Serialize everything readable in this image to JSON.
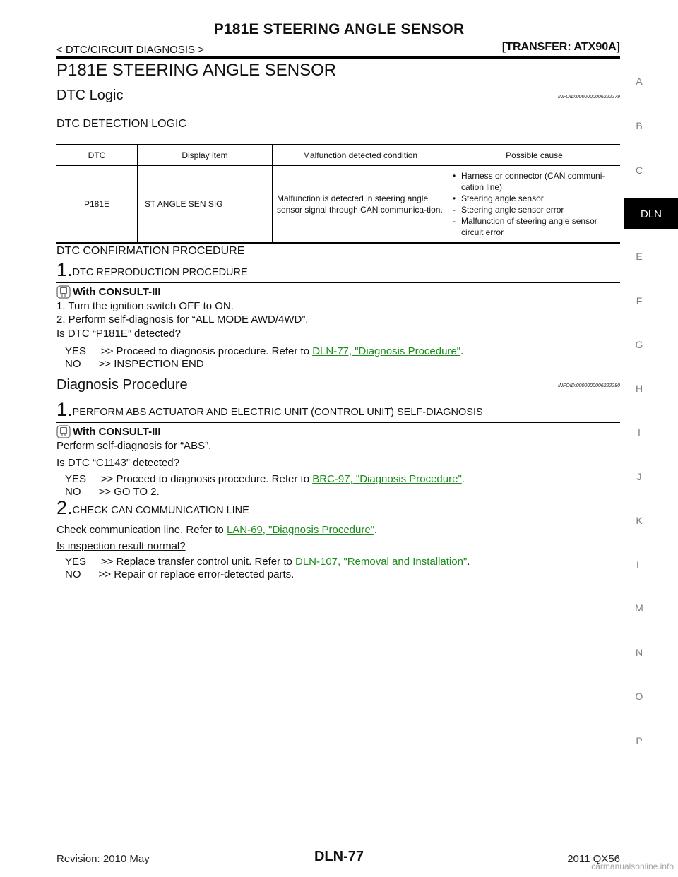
{
  "header": {
    "title": "P181E STEERING ANGLE SENSOR",
    "breadcrumb": "< DTC/CIRCUIT DIAGNOSIS >",
    "section": "[TRANSFER: ATX90A]"
  },
  "page_title": "P181E STEERING ANGLE SENSOR",
  "dtc_logic": {
    "heading": "DTC Logic",
    "info_id": "INFOID:0000000006222279",
    "detection_heading": "DTC DETECTION LOGIC",
    "table": {
      "headers": [
        "DTC",
        "Display item",
        "Malfunction detected condition",
        "Possible cause"
      ],
      "row": {
        "dtc": "P181E",
        "display_item": "ST ANGLE SEN SIG",
        "condition": "Malfunction is detected in steering angle sensor signal through CAN communica-tion.",
        "causes": [
          "Harness or connector (CAN communi-cation line)",
          "Steering angle sensor",
          "Steering angle sensor error",
          "Malfunction of steering angle sensor circuit error"
        ]
      }
    },
    "confirmation_heading": "DTC CONFIRMATION PROCEDURE",
    "step1": {
      "num": "1.",
      "title": "DTC REPRODUCTION PROCEDURE",
      "consult": "With CONSULT-III",
      "instructions": [
        "1.   Turn the ignition switch OFF to ON.",
        "2.   Perform self-diagnosis for “ALL MODE AWD/4WD”."
      ],
      "question": "Is DTC “P181E” detected?",
      "yes_text": "YES     >> Proceed to diagnosis procedure. Refer to ",
      "yes_link": "DLN-77, \"Diagnosis Procedure\"",
      "no_text": "NO      >> INSPECTION END"
    }
  },
  "diag_proc": {
    "heading": "Diagnosis Procedure",
    "info_id": "INFOID:0000000006222280",
    "step1": {
      "num": "1.",
      "title": "PERFORM ABS ACTUATOR AND ELECTRIC UNIT (CONTROL UNIT) SELF-DIAGNOSIS",
      "consult": "With CONSULT-III",
      "instruction": "Perform self-diagnosis for “ABS”.",
      "question": "Is DTC “C1143” detected?",
      "yes_text": "YES     >> Proceed to diagnosis procedure. Refer to ",
      "yes_link": "BRC-97, \"Diagnosis Procedure\"",
      "no_text": "NO      >> GO TO 2."
    },
    "step2": {
      "num": "2.",
      "title": "CHECK CAN COMMUNICATION LINE",
      "instruction_text": "Check communication line. Refer to ",
      "instruction_link": "LAN-69, \"Diagnosis Procedure\"",
      "question": "Is inspection result normal?",
      "yes_text": "YES     >> Replace transfer control unit. Refer to ",
      "yes_link": "DLN-107, \"Removal and Installation\"",
      "no_text": "NO      >> Repair or replace error-detected parts."
    }
  },
  "sidebar": {
    "letters": [
      "A",
      "B",
      "C",
      "E",
      "F",
      "G",
      "H",
      "I",
      "J",
      "K",
      "L",
      "M",
      "N",
      "O",
      "P"
    ],
    "active": "DLN"
  },
  "footer": {
    "revision": "Revision: 2010 May",
    "page": "DLN-77",
    "model": "2011 QX56",
    "watermark": "carmanualsonline.info"
  },
  "colors": {
    "link": "#1a8c1a",
    "sidebar_letter": "#7d7d7d",
    "active_tab_bg": "#000000"
  },
  "icons": {
    "consult": "consult-tool-icon"
  }
}
